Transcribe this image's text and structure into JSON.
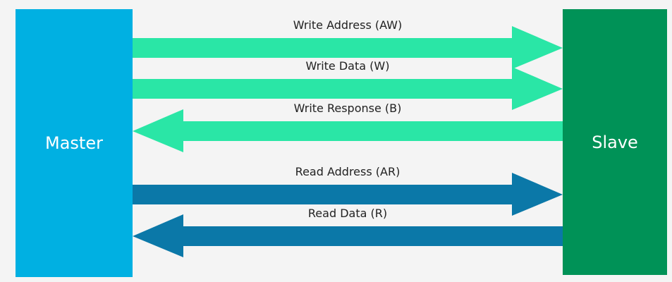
{
  "master": {
    "label": "Master",
    "color": "#00b0e2"
  },
  "slave": {
    "label": "Slave",
    "color": "#009257"
  },
  "channels": [
    {
      "label": "Write Address (AW)",
      "direction": "to-slave",
      "color": "#2ae6a6"
    },
    {
      "label": "Write Data (W)",
      "direction": "to-slave",
      "color": "#2ae6a6"
    },
    {
      "label": "Write Response (B)",
      "direction": "to-master",
      "color": "#2ae6a6"
    },
    {
      "label": "Read Address (AR)",
      "direction": "to-slave",
      "color": "#0b78a8"
    },
    {
      "label": "Read Data (R)",
      "direction": "to-master",
      "color": "#0b78a8"
    }
  ]
}
